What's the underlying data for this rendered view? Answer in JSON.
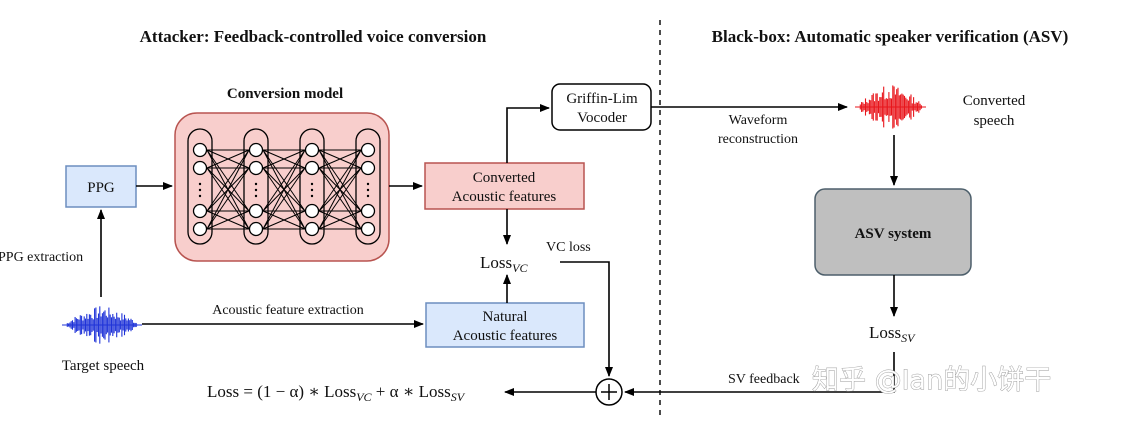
{
  "titles": {
    "left": "Attacker: Feedback-controlled voice conversion",
    "right": "Black-box: Automatic speaker verification (ASV)"
  },
  "conversion_model": {
    "title": "Conversion model"
  },
  "ppg": {
    "label": "PPG"
  },
  "ppg_extraction": {
    "label": "PPG extraction"
  },
  "target_speech": {
    "label": "Target speech"
  },
  "acoustic_extraction": {
    "label": "Acoustic feature extraction"
  },
  "converted_features": {
    "line1": "Converted",
    "line2": "Acoustic features"
  },
  "natural_features": {
    "line1": "Natural",
    "line2": "Acoustic features"
  },
  "vocoder": {
    "line1": "Griffin-Lim",
    "line2": "Vocoder"
  },
  "waveform": {
    "line1": "Waveform",
    "line2": "reconstruction"
  },
  "converted_speech": {
    "line1": "Converted",
    "line2": "speech"
  },
  "asv": {
    "label": "ASV system"
  },
  "loss_vc": {
    "base": "Loss",
    "sub": "VC"
  },
  "vc_loss": {
    "label": "VC loss"
  },
  "loss_sv": {
    "base": "Loss",
    "sub": "SV"
  },
  "sv_feedback": {
    "label": "SV feedback"
  },
  "formula": {
    "p1": "Loss = (1 − α) ∗ Loss",
    "s1": "VC",
    "p2": " + α ∗ Loss",
    "s2": "SV"
  },
  "watermark": {
    "text": "知乎 @Ian的小饼干"
  },
  "colors": {
    "ppg_fill": "#dae8fc",
    "ppg_stroke": "#6c8ebf",
    "model_fill": "#f8cecc",
    "model_stroke": "#b85450",
    "asv_fill": "#bfbfbf",
    "asv_stroke": "#4d5f6b",
    "target_wave": "#1f33d8",
    "converted_wave": "#e8151b"
  }
}
